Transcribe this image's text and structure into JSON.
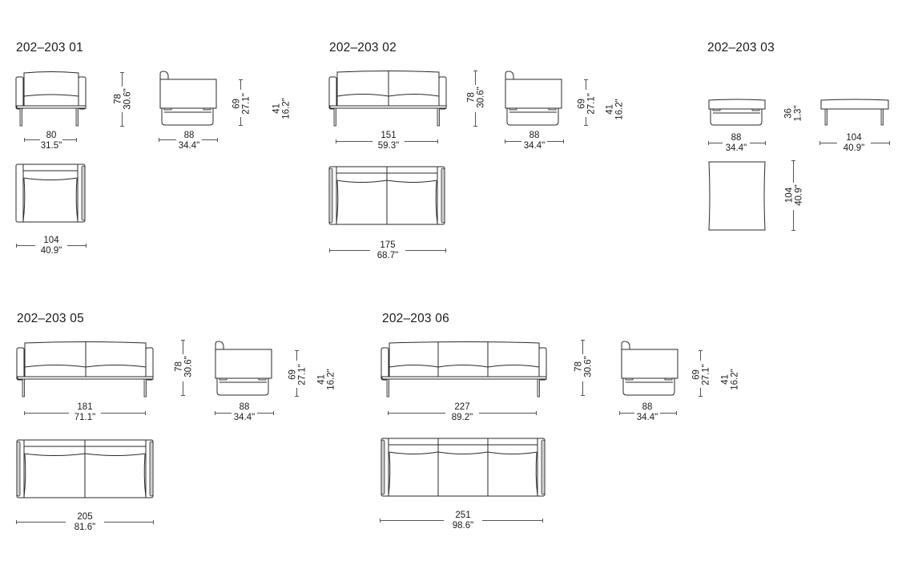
{
  "colors": {
    "line": "#2a2a2a",
    "text": "#1a1a1a",
    "background": "#ffffff"
  },
  "models": [
    {
      "id": "m01",
      "title": "202–203 01",
      "front_width": {
        "cm": "80",
        "in": "31.5\""
      },
      "height": {
        "cm": "78",
        "in": "30.6\""
      },
      "side_depth": {
        "cm": "88",
        "in": "34.4\""
      },
      "arm_height": {
        "cm": "69",
        "in": "27.1\""
      },
      "seat_height": {
        "cm": "41",
        "in": "16.2\""
      },
      "top_width": {
        "cm": "104",
        "in": "40.9\""
      },
      "seats": 1
    },
    {
      "id": "m02",
      "title": "202–203 02",
      "front_width": {
        "cm": "151",
        "in": "59.3\""
      },
      "height": {
        "cm": "78",
        "in": "30.6\""
      },
      "side_depth": {
        "cm": "88",
        "in": "34.4\""
      },
      "arm_height": {
        "cm": "69",
        "in": "27.1\""
      },
      "seat_height": {
        "cm": "41",
        "in": "16.2\""
      },
      "top_width": {
        "cm": "175",
        "in": "68.7\""
      },
      "seats": 2
    },
    {
      "id": "m03",
      "title": "202–203 03",
      "side_depth": {
        "cm": "88",
        "in": "34.4\""
      },
      "height": {
        "cm": "36",
        "in": "1.3\""
      },
      "front_width": {
        "cm": "104",
        "in": "40.9\""
      },
      "top_depth": {
        "cm": "104",
        "in": "40.9\""
      },
      "seats": 0
    },
    {
      "id": "m05",
      "title": "202–203 05",
      "front_width": {
        "cm": "181",
        "in": "71.1\""
      },
      "height": {
        "cm": "78",
        "in": "30.6\""
      },
      "side_depth": {
        "cm": "88",
        "in": "34.4\""
      },
      "arm_height": {
        "cm": "69",
        "in": "27.1\""
      },
      "seat_height": {
        "cm": "41",
        "in": "16.2\""
      },
      "top_width": {
        "cm": "205",
        "in": "81.6\""
      },
      "seats": 2
    },
    {
      "id": "m06",
      "title": "202–203 06",
      "front_width": {
        "cm": "227",
        "in": "89.2\""
      },
      "height": {
        "cm": "78",
        "in": "30.6\""
      },
      "side_depth": {
        "cm": "88",
        "in": "34.4\""
      },
      "arm_height": {
        "cm": "69",
        "in": "27.1\""
      },
      "seat_height": {
        "cm": "41",
        "in": "16.2\""
      },
      "top_width": {
        "cm": "251",
        "in": "98.6\""
      },
      "seats": 3
    }
  ]
}
